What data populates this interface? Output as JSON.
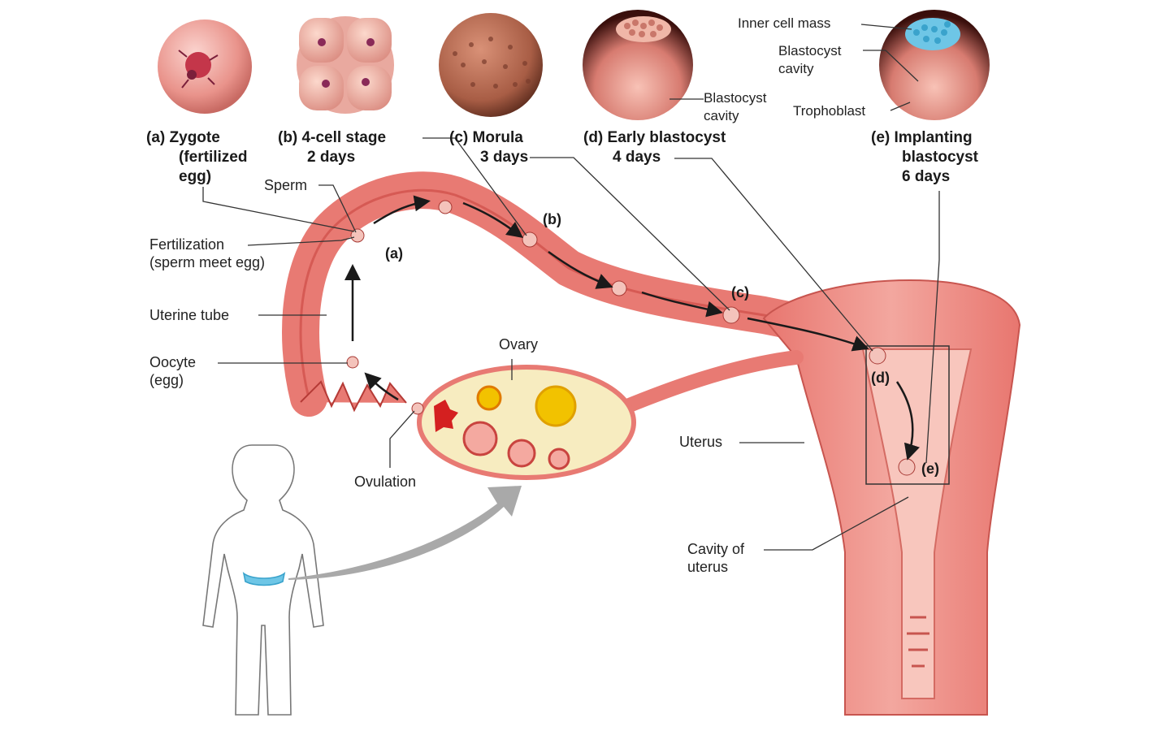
{
  "stages": [
    {
      "letter": "(a)",
      "line1": "Zygote",
      "line2": "(fertilized",
      "line3": "egg)"
    },
    {
      "letter": "(b)",
      "line1": "4-cell stage",
      "line2": "2 days"
    },
    {
      "letter": "(c)",
      "line1": "Morula",
      "line2": "3 days"
    },
    {
      "letter": "(d)",
      "line1": "Early blastocyst",
      "line2": "4 days"
    },
    {
      "letter": "(e)",
      "line1": "Implanting",
      "line2": "blastocyst",
      "line3": "6 days"
    }
  ],
  "callouts": {
    "inner_cell_mass": "Inner cell mass",
    "blastocyst_cavity_e_1": "Blastocyst",
    "blastocyst_cavity_e_2": "cavity",
    "blastocyst_cavity_d_1": "Blastocyst",
    "blastocyst_cavity_d_2": "cavity",
    "trophoblast": "Trophoblast"
  },
  "anatomy": {
    "sperm": "Sperm",
    "fertilization_1": "Fertilization",
    "fertilization_2": "(sperm meet egg)",
    "uterine_tube": "Uterine tube",
    "oocyte_1": "Oocyte",
    "oocyte_2": "(egg)",
    "ovary": "Ovary",
    "ovulation": "Ovulation",
    "uterus": "Uterus",
    "cavity_1": "Cavity of",
    "cavity_2": "uterus"
  },
  "site_markers": {
    "a": "(a)",
    "b": "(b)",
    "c": "(c)",
    "d": "(d)",
    "e": "(e)"
  },
  "colors": {
    "tissue": "#e06a6a",
    "tissue_dark": "#c0392b",
    "tissue_light": "#f4a9a0",
    "ovary_fill": "#f7ecc0",
    "follicle_yellow": "#f2c200",
    "inner_cell_mass": "#6ec6e6",
    "arrow_gray": "#a9a9a9"
  }
}
